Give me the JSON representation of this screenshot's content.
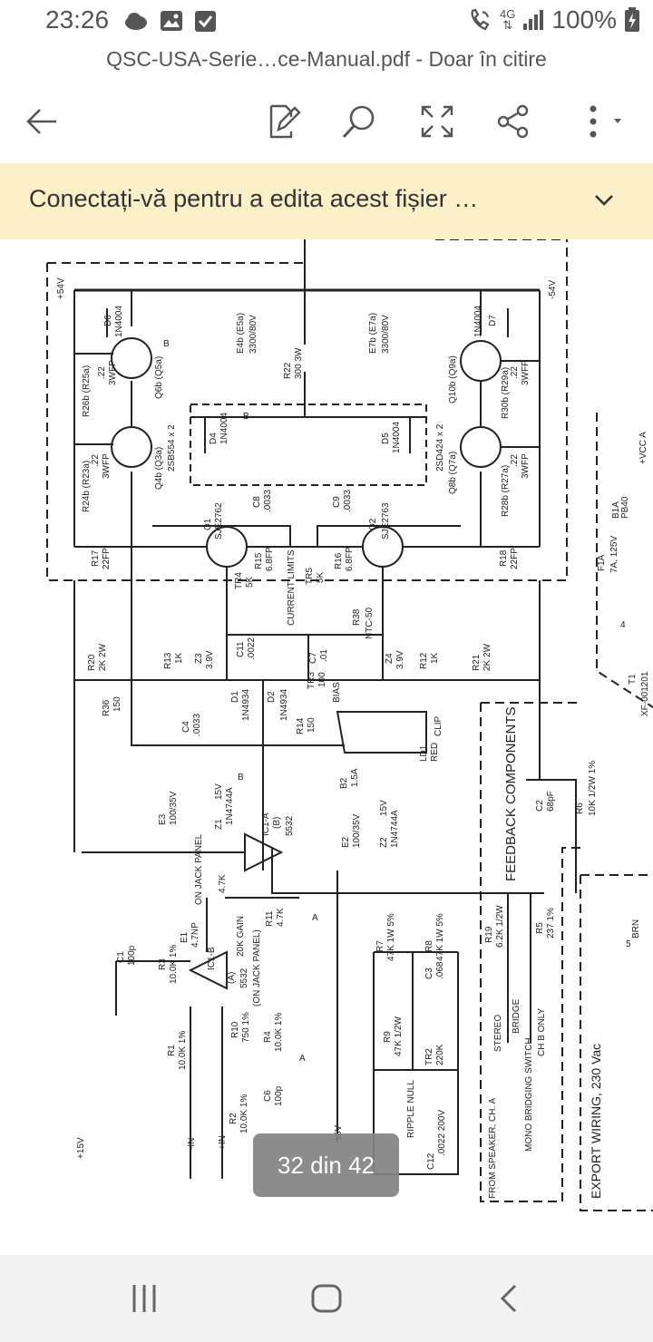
{
  "status": {
    "time": "23:26",
    "network": "4G",
    "battery": "100%"
  },
  "title": "QSC-USA-Serie…ce-Manual.pdf - Doar în citire",
  "toolbar": {
    "back_icon": "arrow-left-icon",
    "edit_icon": "edit-document-icon",
    "search_icon": "search-icon",
    "fullscreen_icon": "expand-icon",
    "share_icon": "share-icon",
    "more_icon": "more-vert-icon"
  },
  "banner": {
    "text": "Conectați-vă pentru a edita acest fișier …",
    "color": "#fcf0c8"
  },
  "schematic": {
    "rail_pos": "+54V",
    "rail_neg": "-54V",
    "e4b": "E4b (E5a)",
    "e4b_val": "3300/80V",
    "e7b": "E7b (E7a)",
    "e7b_val": "3300/80V",
    "r22": "R22",
    "r22_val": "300 3W",
    "d6": "D6",
    "d6_val": "1N4004",
    "d7": "D7",
    "d7_val": "1N4004",
    "r26b": "R26b (R25a)",
    "r24b": "R24b (R23a)",
    "r_val_22": ".22",
    "r_val_3wfp": "3WFP",
    "q6b": "Q6b (Q5a)",
    "q4b": "Q4b (Q3a)",
    "q_pnp": "2SB554 x 2",
    "q_npn": "2SD424 x 2",
    "q10b": "Q10b (Q9a)",
    "q8b": "Q8b (Q7a)",
    "r30b": "R30b (R29a)",
    "r28b": "R28b (R27a)",
    "d4": "D4",
    "d4_val": "1N4004",
    "d5": "D5",
    "d5_val": "1N4004",
    "q1": "Q1",
    "q1_val": "SJE2762",
    "q2": "Q2",
    "q2_val": "SJE2763",
    "c8": "C8",
    "c8_val": ".0033",
    "c9": "C9",
    "c9_val": ".0033",
    "r17": "R17",
    "r17_val": "22FP",
    "r18": "R18",
    "r18_val": "22FP",
    "r15": "R15",
    "r15_val": "6.8FP",
    "r16": "R16",
    "r16_val": "6.8FP",
    "tr4": "TR4",
    "tr4_val": "5K",
    "tr5": "TR5",
    "tr5_val": "5K",
    "current_limits": "CURRENT LIMITS",
    "r38": "R38",
    "r38_val": "NTC-50",
    "c11": "C11",
    "c11_val": ".0022",
    "c7": "C7",
    "c7_val": ".01",
    "tr3": "TR3",
    "tr3_val": "100",
    "bias": "BIAS",
    "r20": "R20",
    "r20_val": "2K 2W",
    "r21": "R21",
    "r21_val": "2K 2W",
    "r13": "R13",
    "r13_val": "1K",
    "r12": "R12",
    "r12_val": "1K",
    "z3": "Z3",
    "z3_val": "3.9V",
    "z4": "Z4",
    "z4_val": "3.9V",
    "d1": "D1",
    "d1_val": "1N4934",
    "d2": "D2",
    "d2_val": "1N4934",
    "r36": "R36",
    "r36_val": "150",
    "c4": "C4",
    "c4_val": ".0033",
    "r14": "R14",
    "r14_val": "150",
    "b2": "B2",
    "b2_val": "1.5A",
    "ld1": "LD1",
    "ld1_val": "RED",
    "clip": "CLIP",
    "e3": "E3",
    "e3_val": "100/35V",
    "z1": "Z1",
    "z1_val": "15V",
    "z1_type": "1N4744A",
    "e2": "E2",
    "e2_val": "100/35V",
    "z2": "Z2",
    "z2_val": "15V",
    "z2_type": "1N4744A",
    "ic1a": "IC1-A",
    "ic1a_b": "(B)",
    "ic_type": "5532",
    "ic1b": "IC1-B",
    "ic1b_a": "(A)",
    "on_jack_panel": "ON JACK PANEL",
    "r_4k7": "4.7K",
    "r11": "R11",
    "r11_val": "4.7K",
    "gain": "20K GAIN",
    "on_jack_panel_paren": "(ON JACK PANEL)",
    "e1": "E1",
    "e1_val": "4.7NP",
    "c1": "C1",
    "c1_val": "100p",
    "r3": "R3",
    "r3_val": "10.0K 1%",
    "r1": "R1",
    "r1_val": "10.0K 1%",
    "r2": "R2",
    "r2_val": "10.0K 1%",
    "r10": "R10",
    "r10_val": "750 1%",
    "r4": "R4",
    "r4_val": "10.0K 1%",
    "c6": "C6",
    "c6_val": "100p",
    "in_neg": "-IN",
    "in_pos": "+IN",
    "v15": "+15V",
    "v15neg": "-15V",
    "feedback": "FEEDBACK COMPONENTS",
    "c2": "C2",
    "c2_val": "68pF",
    "r6": "R6",
    "r6_val": "10K 1/2W 1%",
    "r19": "R19",
    "r19_val": "6.2K 1/2W",
    "r5": "R5",
    "r5_val": "237 1%",
    "r7": "R7",
    "r7_val": "47K 1W 5%",
    "r8": "R8",
    "r8_val": "47K 1W 5%",
    "c3": "C3",
    "c3_val": ".068",
    "r9": "R9",
    "r9_val": "47K 1/2W",
    "tr2": "TR2",
    "tr2_val": "220K",
    "ripple_null": "RIPPLE NULL",
    "c12": "C12",
    "c12_val": ".0022 200V",
    "stereo": "STEREO",
    "bridge": "BRIDGE",
    "mono_switch": "MONO BRIDGING SWITCH",
    "ch_b_only": "CH B ONLY",
    "from_speaker": "FROM SPEAKER, CH. A",
    "export_wiring": "EXPORT WIRING, 230 Vac",
    "f1a": "F1A",
    "f1a_val": "7A, 125V",
    "b1a": "B1A",
    "b1a_type": "PB40",
    "vcc": "+VCC A",
    "t1": "T1",
    "t1_val": "XF-001201",
    "brn": "BRN",
    "num_4": "4",
    "num_5": "5",
    "label_b": "B",
    "label_a": "A"
  },
  "page_indicator": "32 din 42",
  "navbar": {
    "recents_icon": "recents-icon",
    "home_icon": "home-icon",
    "back_icon": "back-chevron-icon"
  }
}
